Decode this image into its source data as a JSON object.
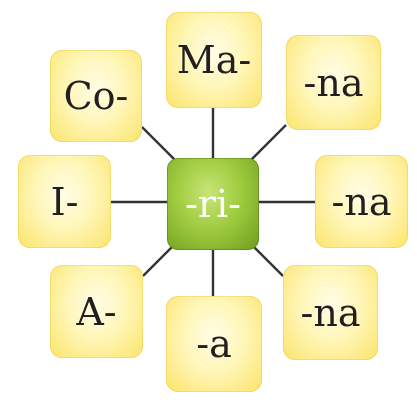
{
  "center": {
    "text": "-ri-"
  },
  "tiles": {
    "top": "Ma-",
    "top_left": "Co-",
    "top_right": "-na",
    "left": "I-",
    "right": "-na",
    "bottom_left": "A-",
    "bottom": "-a",
    "bottom_right": "-na"
  },
  "colors": {
    "tile": "#fff6b8",
    "tile_edge": "#fbe46a",
    "center": "#9fcc3f",
    "center_dark": "#6e9d1f",
    "connector": "#333333",
    "text": "#231f20",
    "center_text": "#ffffff"
  }
}
